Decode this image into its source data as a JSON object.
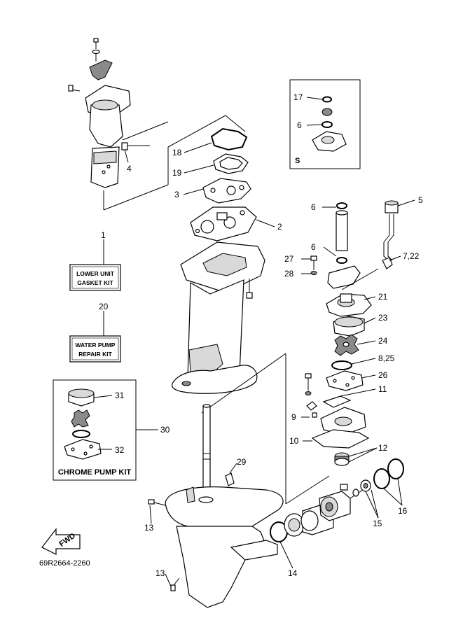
{
  "labels": {
    "p1": "1",
    "p2": "2",
    "p3": "3",
    "p4": "4",
    "p5": "5",
    "p6a": "6",
    "p6b": "6",
    "p6c": "6",
    "p7_22": "7,22",
    "p8_25": "8,25",
    "p9": "9",
    "p10": "10",
    "p11": "11",
    "p12": "12",
    "p13a": "13",
    "p13b": "13",
    "p14": "14",
    "p15": "15",
    "p16": "16",
    "p17": "17",
    "p18": "18",
    "p19": "19",
    "p20": "20",
    "p21": "21",
    "p23": "23",
    "p24": "24",
    "p26": "26",
    "p27": "27",
    "p28": "28",
    "p29": "29",
    "p30": "30",
    "p31": "31",
    "p32": "32"
  },
  "kits": {
    "lower_unit_line1": "LOWER UNIT",
    "lower_unit_line2": "GASKET KIT",
    "water_pump_line1": "WATER PUMP",
    "water_pump_line2": "REPAIR KIT",
    "chrome_pump": "CHROME PUMP KIT"
  },
  "inset_label": "S",
  "fwd_label": "FWD",
  "drawing_code": "69R2664-2260"
}
